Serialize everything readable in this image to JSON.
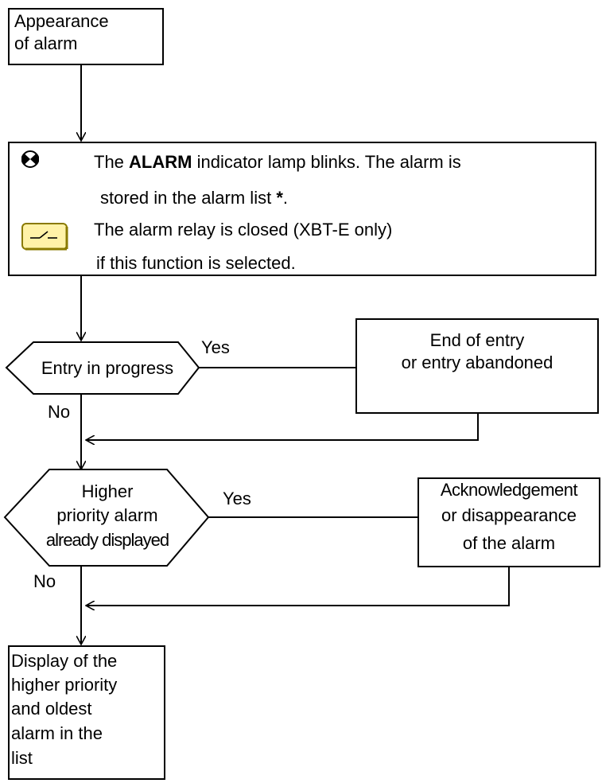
{
  "nodes": {
    "start": {
      "lines": [
        "Appearance",
        "of alarm"
      ]
    },
    "action": {
      "lamp_text_1_pre": "The ",
      "lamp_text_1_bold": "ALARM",
      "lamp_text_1_post": " indicator lamp blinks. The alarm is",
      "lamp_text_2_pre": "stored in the alarm list ",
      "lamp_text_2_star": "*",
      "lamp_text_2_post": ".",
      "relay_text_1": "The alarm relay is closed (XBT-E only)",
      "relay_text_2": "if this function is selected."
    },
    "decision_entry": {
      "label": "Entry in progress"
    },
    "end_entry": {
      "lines": [
        "End of entry",
        "or entry abandoned"
      ]
    },
    "decision_priority": {
      "lines": [
        "Higher",
        "priority alarm",
        "already displayed"
      ]
    },
    "ack": {
      "lines": [
        "Acknowledgement",
        "or disappearance",
        "of the alarm"
      ]
    },
    "display": {
      "lines": [
        "Display of the",
        "higher priority",
        "and oldest",
        "alarm in the",
        "list"
      ]
    }
  },
  "edge_labels": {
    "yes_1": "Yes",
    "no_1": "No",
    "yes_2": "Yes",
    "no_2": "No"
  },
  "icons": {
    "lamp": "indicator-lamp-icon",
    "relay": "relay-switch-icon"
  },
  "colors": {
    "relay_icon_fill": "#fff2a8",
    "relay_icon_border": "#8a7a00"
  }
}
